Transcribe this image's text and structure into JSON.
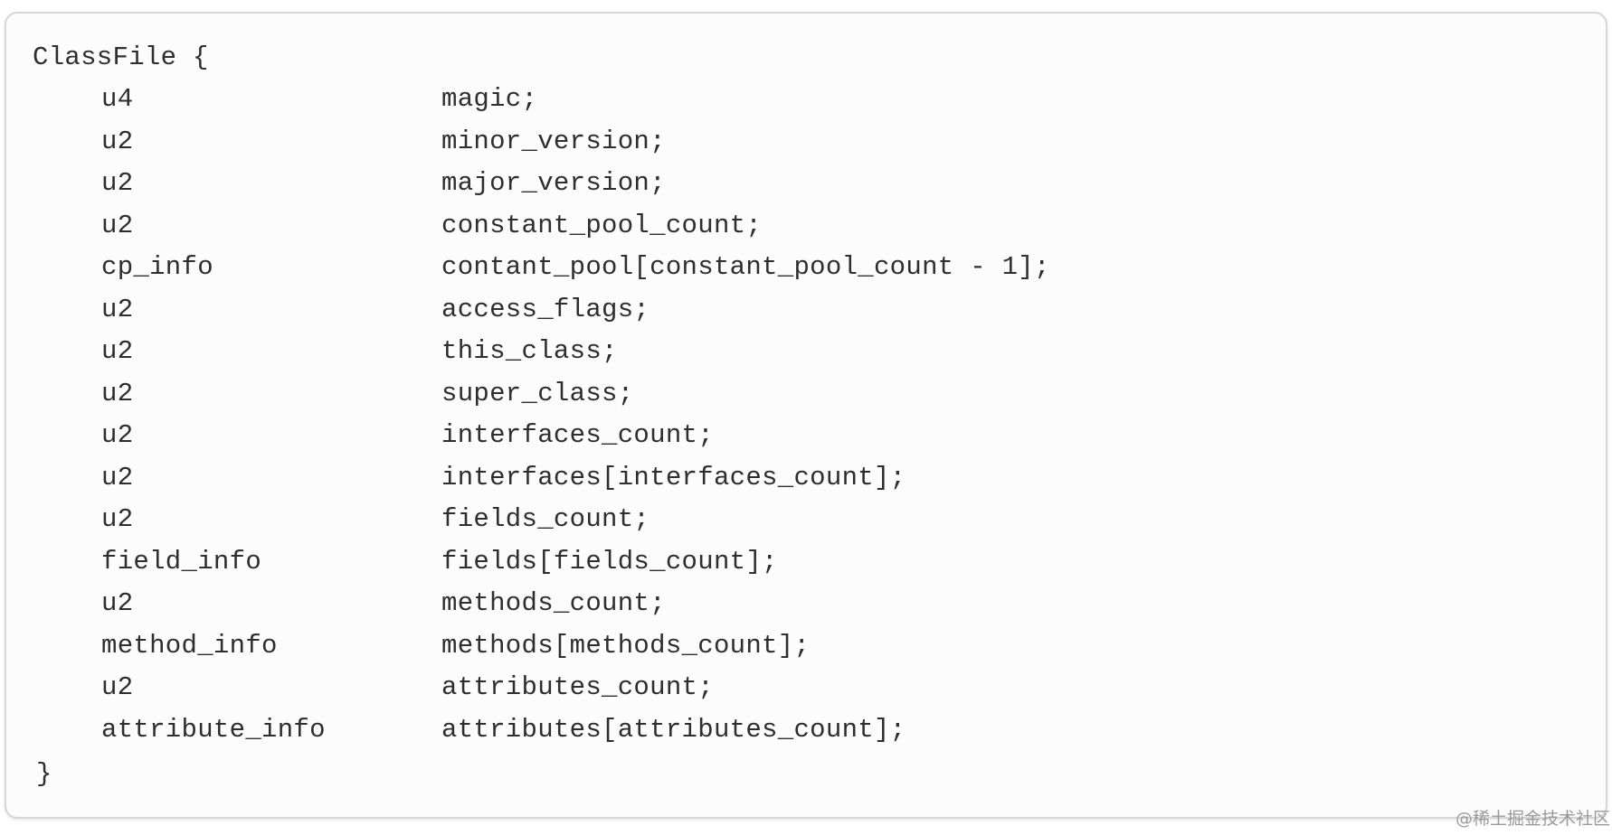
{
  "code": {
    "header": "ClassFile {",
    "footer": "}",
    "fields": [
      {
        "type": "u4",
        "declaration": "magic;"
      },
      {
        "type": "u2",
        "declaration": "minor_version;"
      },
      {
        "type": "u2",
        "declaration": "major_version;"
      },
      {
        "type": "u2",
        "declaration": "constant_pool_count;"
      },
      {
        "type": "cp_info",
        "declaration": "contant_pool[constant_pool_count - 1];"
      },
      {
        "type": "u2",
        "declaration": "access_flags;"
      },
      {
        "type": "u2",
        "declaration": "this_class;"
      },
      {
        "type": "u2",
        "declaration": "super_class;"
      },
      {
        "type": "u2",
        "declaration": "interfaces_count;"
      },
      {
        "type": "u2",
        "declaration": "interfaces[interfaces_count];"
      },
      {
        "type": "u2",
        "declaration": "fields_count;"
      },
      {
        "type": "field_info",
        "declaration": "fields[fields_count];"
      },
      {
        "type": "u2",
        "declaration": "methods_count;"
      },
      {
        "type": "method_info",
        "declaration": "methods[methods_count];"
      },
      {
        "type": "u2",
        "declaration": "attributes_count;"
      },
      {
        "type": "attribute_info",
        "declaration": "attributes[attributes_count];"
      }
    ]
  },
  "watermark": "@稀土掘金技术社区"
}
